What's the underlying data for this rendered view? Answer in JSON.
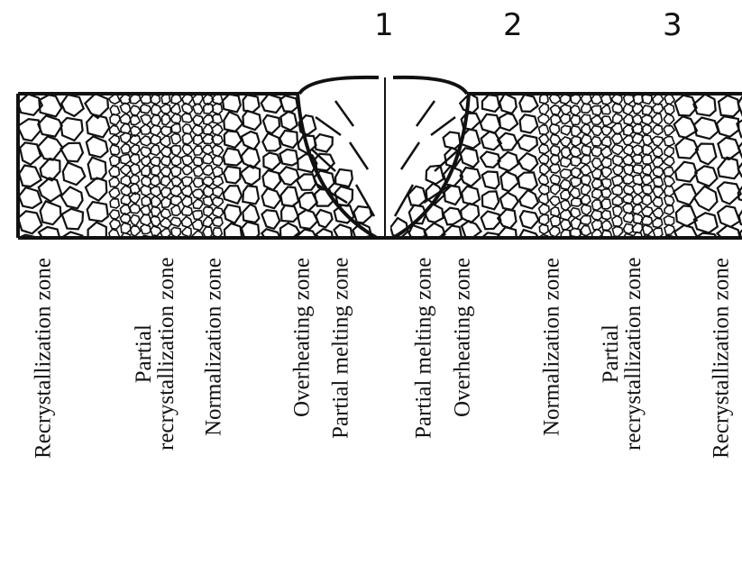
{
  "markers": [
    "1",
    "2",
    "3"
  ],
  "labels": {
    "left_recrystallization": "Recrystallization zone",
    "left_partial_recryst_line1": "Partial",
    "left_partial_recryst_line2": "recrystallization  zone",
    "left_normalization": "Normalization zone",
    "left_overheating": "Overheating zone",
    "left_partial_melting": "Partial melting zone",
    "right_partial_melting": "Partial melting zone",
    "right_overheating": "Overheating zone",
    "right_normalization": "Normalization zone",
    "right_partial_recryst_line1": "Partial",
    "right_partial_recryst_line2": "recrystallization zone",
    "right_recrystallization": "Recrystallization zone"
  },
  "colors": {
    "ink": "#111111",
    "background": "#ffffff"
  }
}
